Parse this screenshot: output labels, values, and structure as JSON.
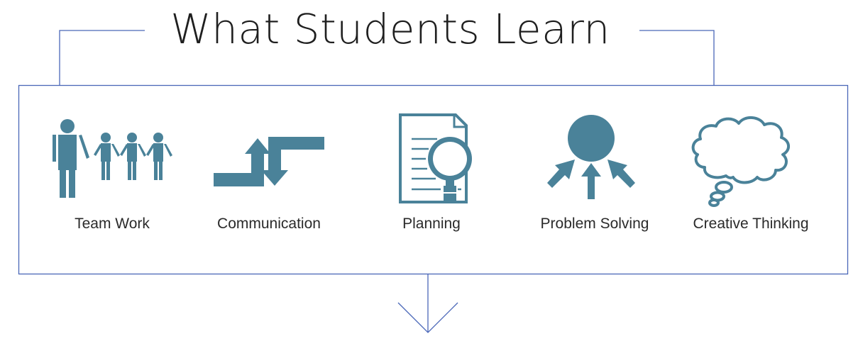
{
  "title": "What Students Learn",
  "colors": {
    "icon": "#4a8299",
    "frame": "#4a67b8",
    "text": "#2a2a2a"
  },
  "skills": [
    {
      "label": "Team Work",
      "icon": "team-icon"
    },
    {
      "label": "Communication",
      "icon": "communication-icon"
    },
    {
      "label": "Planning",
      "icon": "planning-icon"
    },
    {
      "label": "Problem Solving",
      "icon": "problem-solving-icon"
    },
    {
      "label": "Creative Thinking",
      "icon": "thought-bubble-icon"
    }
  ]
}
